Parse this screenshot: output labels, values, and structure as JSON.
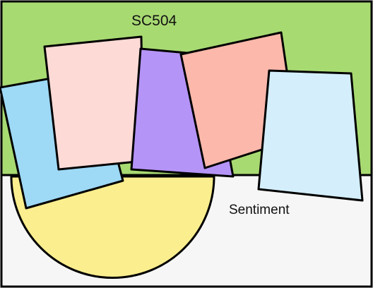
{
  "sketch": {
    "title": "SC504",
    "bottom_label": "Sentiment",
    "colors": {
      "green_band": "#A8DA72",
      "lower_background": "#F6F6F6",
      "outline": "#000000",
      "half_circle": "#FBEE8E",
      "card_blue": "#9ED9F6",
      "card_pink": "#FDDAD6",
      "card_purple": "#B594F8",
      "card_salmon": "#FBB8AB",
      "card_light_blue": "#D4EEFB"
    },
    "shapes": [
      {
        "id": "half-circle",
        "kind": "half-circle",
        "color": "half_circle"
      },
      {
        "id": "card-blue",
        "kind": "tilted-card",
        "color": "card_blue"
      },
      {
        "id": "card-pink",
        "kind": "tilted-card",
        "color": "card_pink"
      },
      {
        "id": "card-purple",
        "kind": "tilted-card",
        "color": "card_purple"
      },
      {
        "id": "card-salmon",
        "kind": "tilted-card",
        "color": "card_salmon"
      },
      {
        "id": "card-light-blue",
        "kind": "tilted-card",
        "color": "card_light_blue"
      }
    ]
  }
}
